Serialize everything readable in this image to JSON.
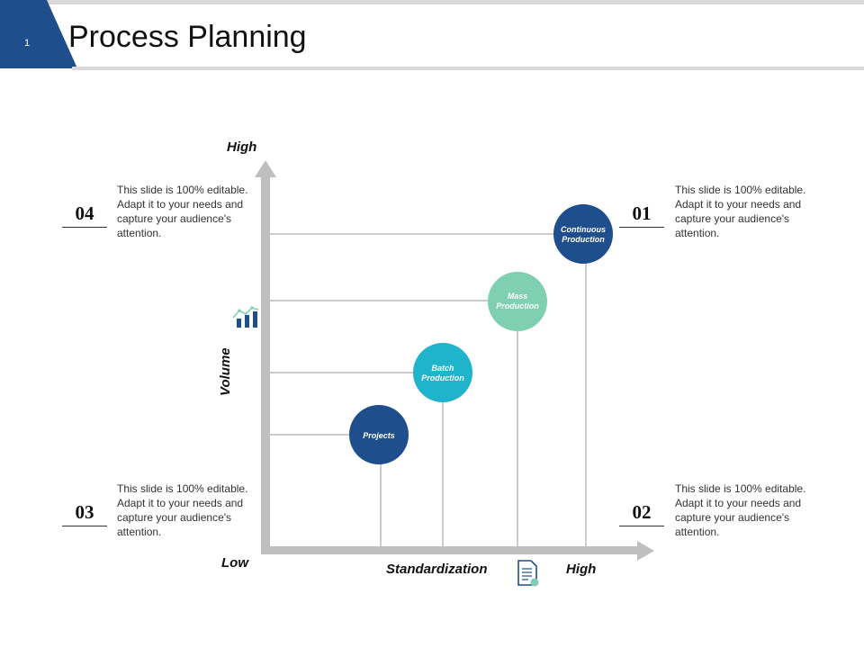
{
  "slide": {
    "number": "1",
    "title": "Process Planning"
  },
  "axes": {
    "y_high": "High",
    "y_low": "Low",
    "y_label": "Volume",
    "x_label": "Standardization",
    "x_high": "High"
  },
  "stages": [
    {
      "label_line1": "Projects",
      "label_line2": "",
      "color": "#1f4e8c"
    },
    {
      "label_line1": "Batch",
      "label_line2": "Production",
      "color": "#1fb3cc"
    },
    {
      "label_line1": "Mass",
      "label_line2": "Production",
      "color": "#7fcfb2"
    },
    {
      "label_line1": "Continuous",
      "label_line2": "Production",
      "color": "#1f4e8c"
    }
  ],
  "callouts": {
    "c01": {
      "number": "01",
      "text": "This slide is 100% editable. Adapt it to your needs and capture your audience's attention."
    },
    "c02": {
      "number": "02",
      "text": "This slide is 100% editable. Adapt it to your needs and capture your audience's attention."
    },
    "c03": {
      "number": "03",
      "text": "This slide is 100% editable. Adapt it to your needs and capture your audience's attention."
    },
    "c04": {
      "number": "04",
      "text": "This slide is 100% editable. Adapt it to your needs and capture your audience's attention."
    }
  },
  "icons": {
    "volume": "bar-chart-icon",
    "standardization": "document-icon"
  },
  "colors": {
    "accent": "#1f4e8c",
    "axis": "#bfbfbf"
  }
}
